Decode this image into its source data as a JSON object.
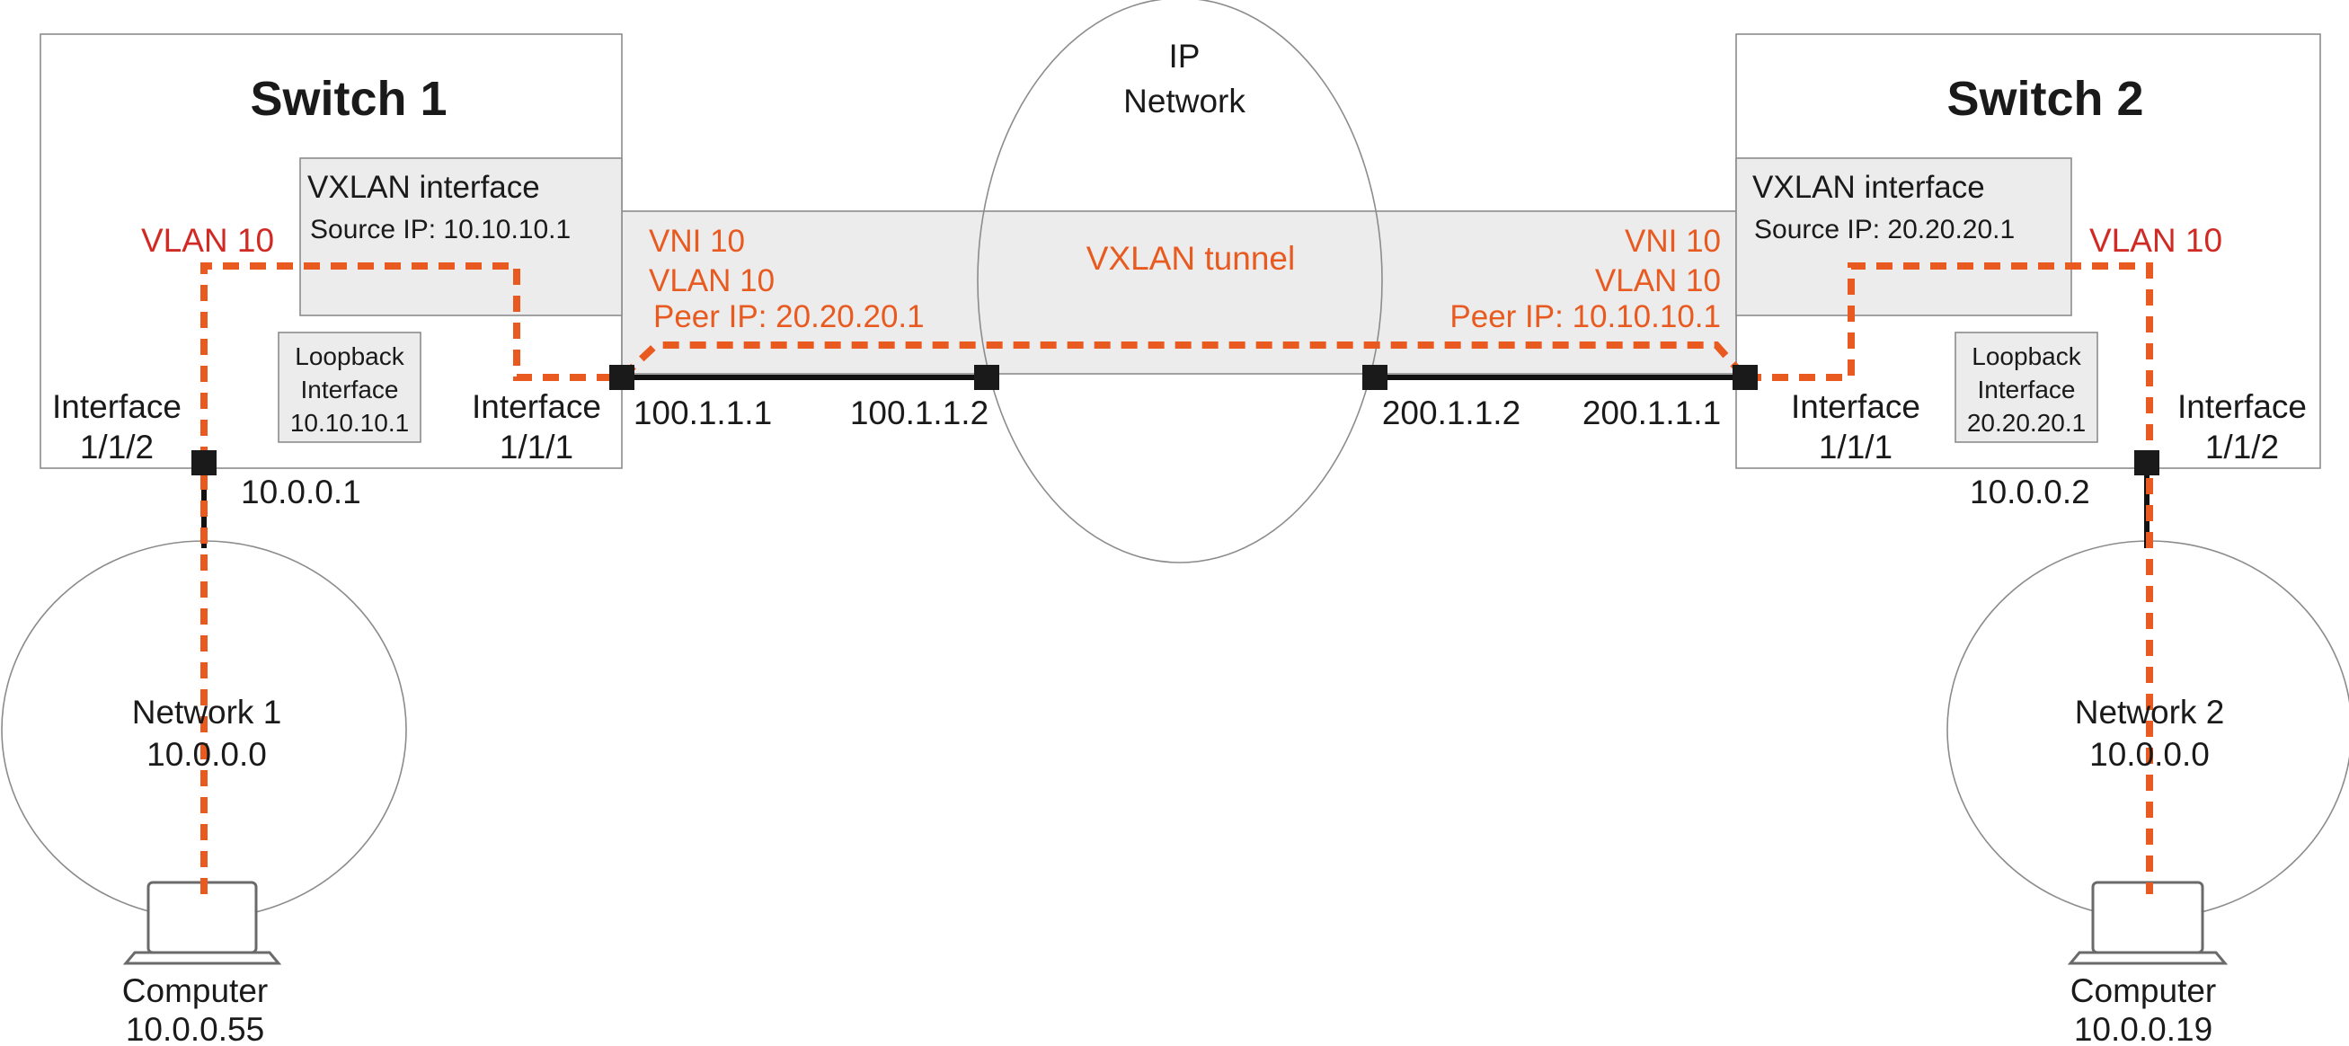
{
  "switch1": {
    "title": "Switch 1",
    "vxlan_title": "VXLAN interface",
    "source_ip": "Source IP: 10.10.10.1",
    "loopback": [
      "Loopback",
      "Interface",
      "10.10.10.1"
    ],
    "iface_left": [
      "Interface",
      "1/1/2"
    ],
    "iface_right": [
      "Interface",
      "1/1/1"
    ],
    "vlan": "VLAN 10",
    "host_ip": "10.0.0.1"
  },
  "switch2": {
    "title": "Switch 2",
    "vxlan_title": "VXLAN interface",
    "source_ip": "Source IP: 20.20.20.1",
    "loopback": [
      "Loopback",
      "Interface",
      "20.20.20.1"
    ],
    "iface_left": [
      "Interface",
      "1/1/1"
    ],
    "iface_right": [
      "Interface",
      "1/1/2"
    ],
    "vlan": "VLAN 10",
    "host_ip": "10.0.0.2"
  },
  "ip_network": [
    "IP",
    "Network"
  ],
  "tunnel": {
    "label": "VXLAN tunnel",
    "left": [
      "VNI 10",
      "VLAN 10",
      "Peer IP: 20.20.20.1"
    ],
    "right": [
      "VNI 10",
      "VLAN 10",
      "Peer IP: 10.10.10.1"
    ]
  },
  "links": {
    "ip_a": "100.1.1.1",
    "ip_b": "100.1.1.2",
    "ip_c": "200.1.1.2",
    "ip_d": "200.1.1.1"
  },
  "network1": [
    "Network 1",
    "10.0.0.0"
  ],
  "network2": [
    "Network 2",
    "10.0.0.0"
  ],
  "computer1": [
    "Computer",
    "10.0.0.55"
  ],
  "computer2": [
    "Computer",
    "10.0.0.19"
  ],
  "colors": {
    "tunnel_orange": "#e85a1f",
    "vlan_red": "#d12a24",
    "gray_fill": "#ececec"
  }
}
